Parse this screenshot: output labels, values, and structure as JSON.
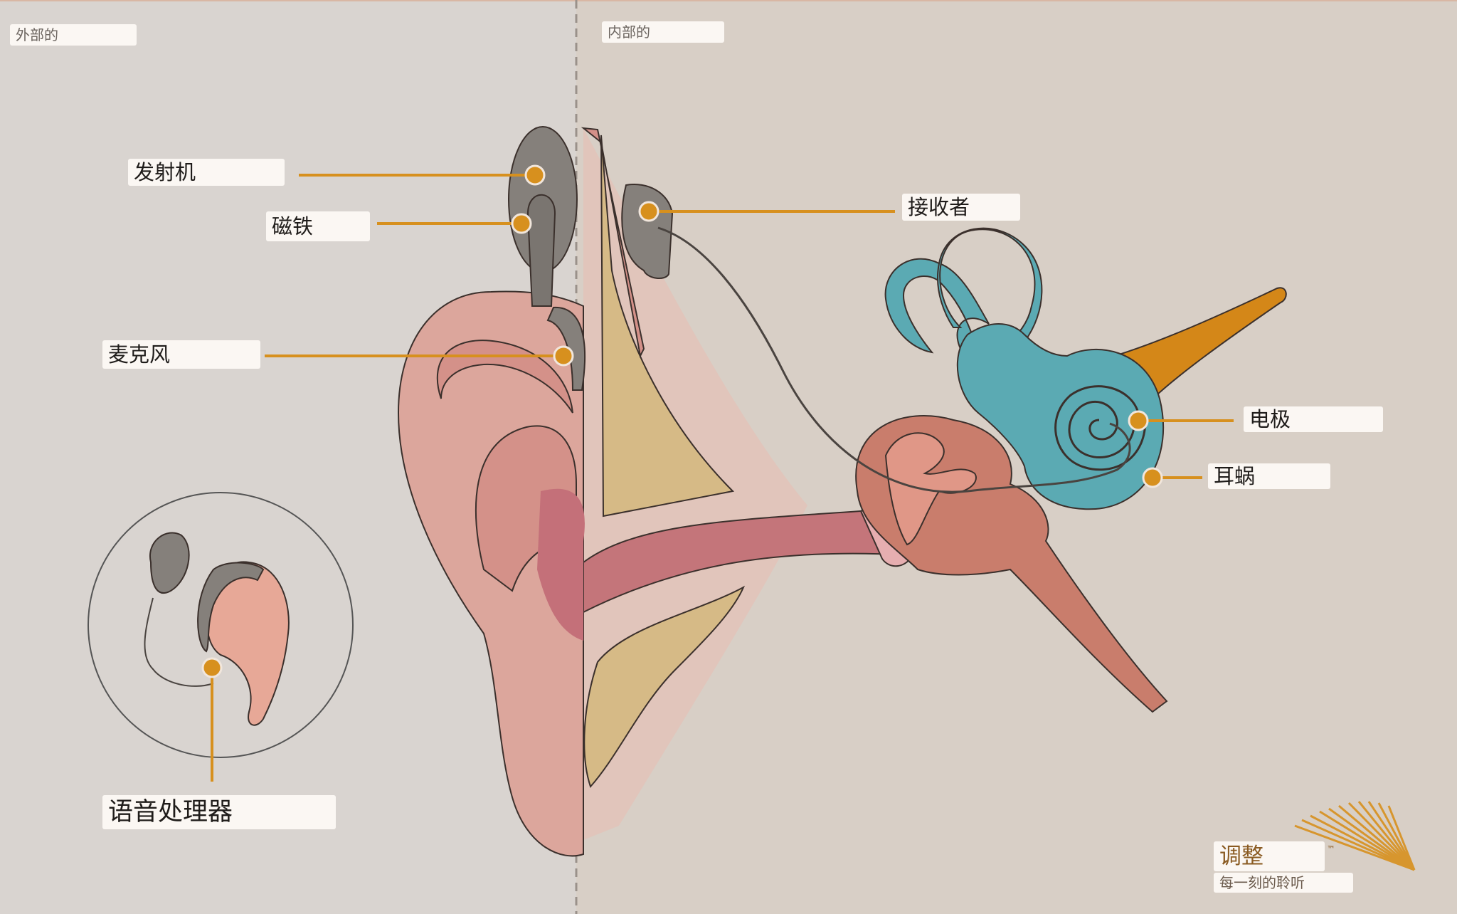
{
  "sections": {
    "external": "外部的",
    "internal": "内部的"
  },
  "components": {
    "transmitter": "发射机",
    "magnet": "磁铁",
    "microphone": "麦克风",
    "speech_processor": "语音处理器",
    "receiver": "接收者",
    "electrode": "电极",
    "cochlea": "耳蜗"
  },
  "brand": {
    "name": "调整",
    "tm": "™",
    "tagline": "每一刻的聆听"
  },
  "colors": {
    "accent": "#d7901e",
    "device": "#85807b",
    "cochlea": "#5baab3",
    "nerve": "#d48718",
    "skin": "#dca69c",
    "canal": "#c4757a",
    "bone": "#d6ba86"
  }
}
